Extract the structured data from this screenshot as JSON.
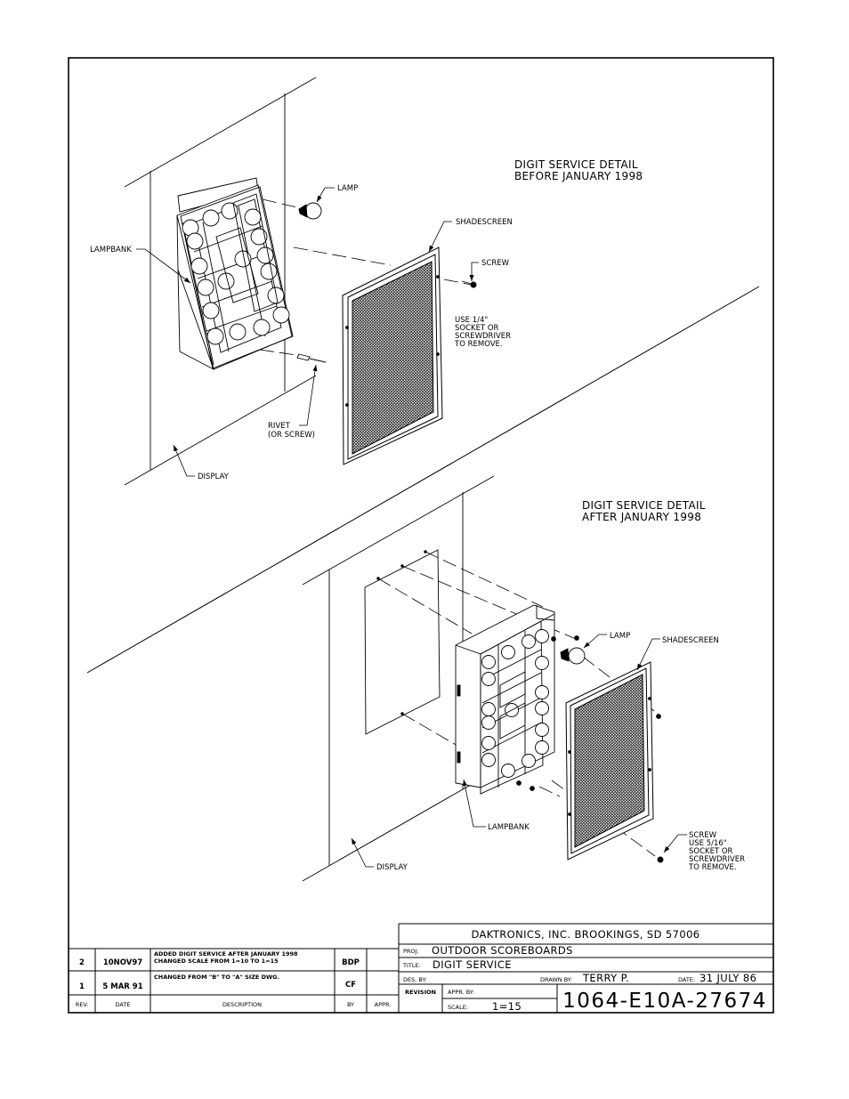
{
  "before_detail": {
    "heading_line1": "DIGIT SERVICE DETAIL",
    "heading_line2": "BEFORE JANUARY 1998",
    "labels": {
      "lamp": "LAMP",
      "shadescreen": "SHADESCREEN",
      "lampbank": "LAMPBANK",
      "screw": "SCREW",
      "note_line1": "USE 1/4\"",
      "note_line2": "SOCKET OR",
      "note_line3": "SCREWDRIVER",
      "note_line4": "TO REMOVE.",
      "rivet_line1": "RIVET",
      "rivet_line2": "(OR SCREW)",
      "display": "DISPLAY"
    }
  },
  "after_detail": {
    "heading_line1": "DIGIT SERVICE DETAIL",
    "heading_line2": "AFTER JANUARY 1998",
    "labels": {
      "lamp": "LAMP",
      "shadescreen": "SHADESCREEN",
      "lampbank": "LAMPBANK",
      "screw": "SCREW",
      "note_line1": "USE 5/16\"",
      "note_line2": "SOCKET OR",
      "note_line3": "SCREWDRIVER",
      "note_line4": "TO REMOVE.",
      "display": "DISPLAY"
    }
  },
  "revision_block": {
    "rows": [
      {
        "rev": "2",
        "date": "10NOV97",
        "description_line1": "ADDED DIGIT SERVICE AFTER JANUARY 1998",
        "description_line2": "CHANGED SCALE FROM 1=10 TO 1=15",
        "by": "BDP",
        "appr": ""
      },
      {
        "rev": "1",
        "date": "5 MAR 91",
        "description_line1": "CHANGED FROM \"B\" TO \"A\" SIZE DWG.",
        "description_line2": "",
        "by": "CF",
        "appr": ""
      }
    ],
    "headers": {
      "rev": "REV.",
      "date": "DATE",
      "description": "DESCRIPTION",
      "by": "BY",
      "appr": "APPR."
    }
  },
  "title_block": {
    "company": "DAKTRONICS, INC.   BROOKINGS, SD 57006",
    "proj_label": "PROJ:",
    "proj_value": "OUTDOOR SCOREBOARDS",
    "title_label": "TITLE:",
    "title_value": "DIGIT SERVICE",
    "des_by_label": "DES. BY:",
    "drawn_by_label": "DRAWN BY:",
    "drawn_by_value": "TERRY P.",
    "date_label": "DATE:",
    "date_value": "31 JULY 86",
    "revision_label": "REVISION",
    "appr_by_label": "APPR. BY:",
    "scale_label": "SCALE:",
    "scale_value": "1=15",
    "drawing_number": "1064-E10A-27674"
  }
}
